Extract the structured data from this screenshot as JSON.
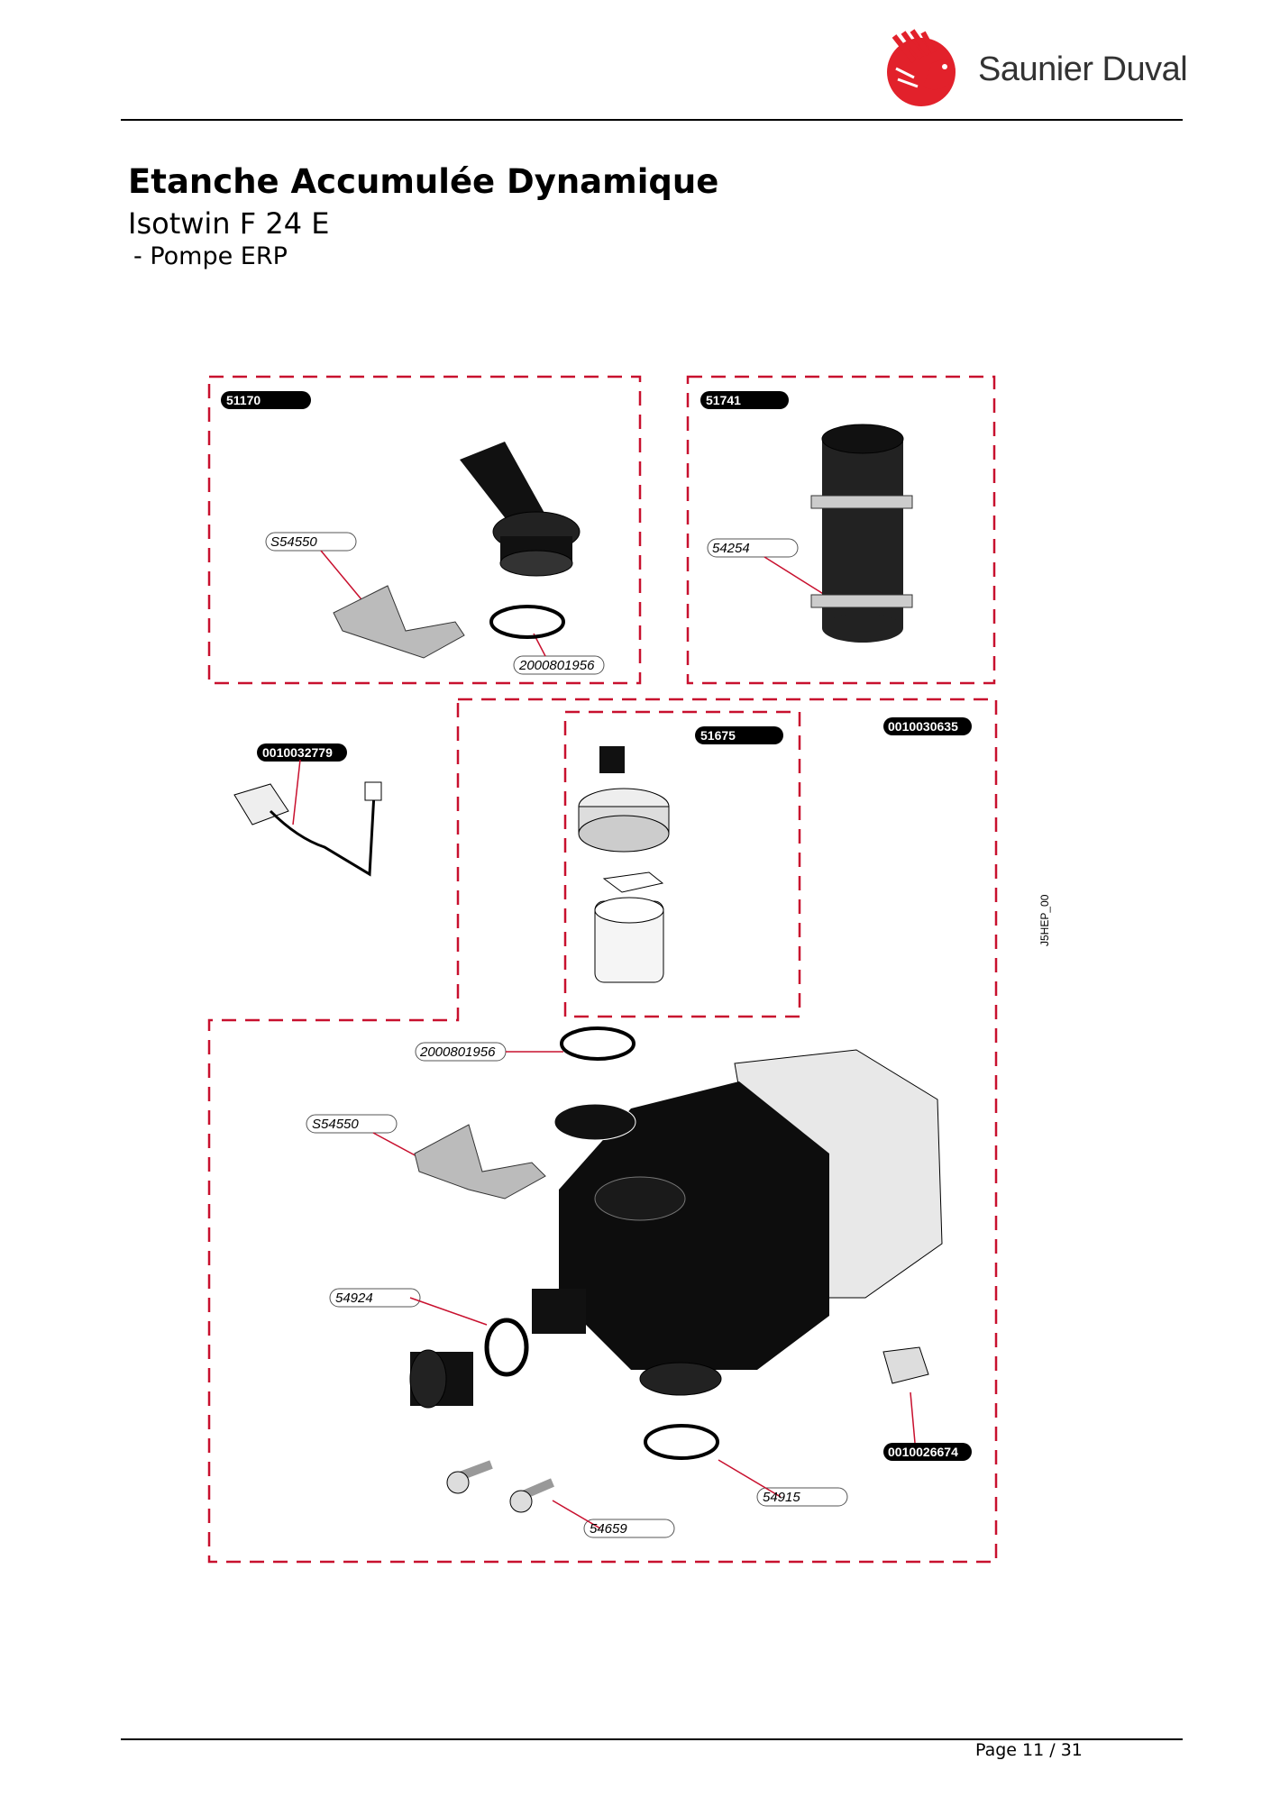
{
  "header": {
    "brand": "Saunier Duval"
  },
  "document": {
    "title": "Etanche Accumulée Dynamique",
    "model": "Isotwin F 24 E",
    "section": "- Pompe ERP",
    "drawing_code": "J5HEP_00",
    "page": "Page 11 / 31"
  },
  "kits": {
    "k1": "51170",
    "k2": "51741",
    "k3": "51675",
    "k4": "0010030635",
    "k5": "0010032779",
    "k6": "0010026674"
  },
  "parts": {
    "p_s54550_top": "S54550",
    "p_2000801956_top": "2000801956",
    "p_54254": "54254",
    "p_2000801956_mid": "2000801956",
    "p_s54550_bottom": "S54550",
    "p_54924": "54924",
    "p_54915": "54915",
    "p_54659": "54659"
  },
  "colors": {
    "brand_red": "#e2212b",
    "dash_red": "#c8102e"
  }
}
